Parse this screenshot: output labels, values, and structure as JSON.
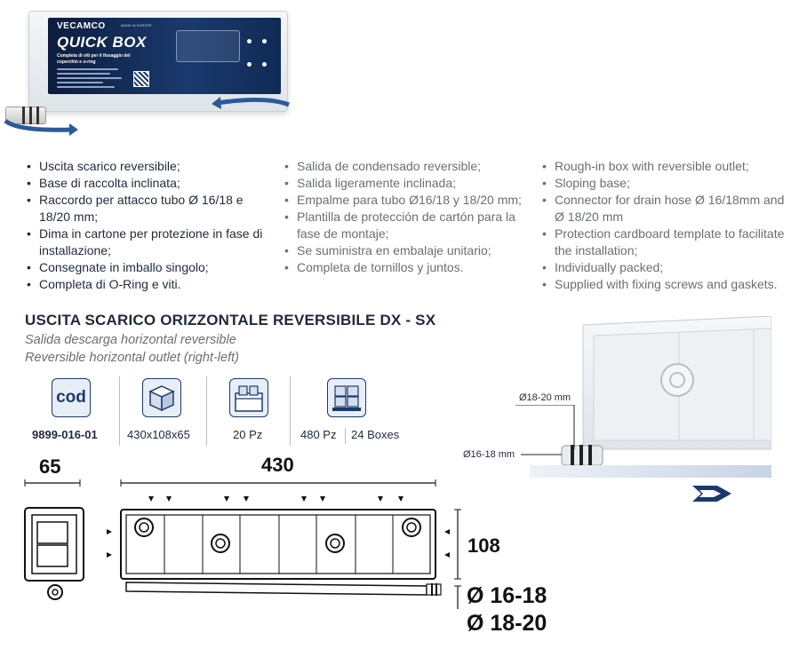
{
  "product_label": {
    "brand": "VECAMCO",
    "brand_tag": "MADE IN EUROPE",
    "title": "QUICK BOX",
    "subtitle_line1": "Completa di viti per il fissaggio del",
    "subtitle_line2": "coperchio e o-ring"
  },
  "features": {
    "italian": [
      "Uscita scarico reversibile;",
      "Base di raccolta inclinata;",
      "Raccordo per attacco tubo  Ø 16/18 e 18/20 mm;",
      "Dima in cartone per protezione in fase di installazione;",
      "Consegnate in imballo singolo;",
      "Completa di O-Ring e viti."
    ],
    "spanish": [
      "Salida de condensado reversible;",
      "Salida ligeramente inclinada;",
      "Empalme para tubo Ø16/18  y 18/20 mm;",
      "Plantilla de protección de cartón para la fase de montaje;",
      "Se suministra en embalaje unitario;",
      "Completa de tornillos y juntos."
    ],
    "english": [
      "Rough-in box with reversible outlet;",
      "Sloping base;",
      "Connector for drain hose Ø 16/18mm and Ø 18/20 mm",
      "Protection cardboard template to facilitate the installation;",
      "Individually packed;",
      "Supplied with fixing screws and gaskets."
    ]
  },
  "section": {
    "heading": "USCITA SCARICO ORIZZONTALE REVERSIBILE DX - SX",
    "subtitle_es": "Salida descarga horizontal reversible",
    "subtitle_en": "Reversible horizontal outlet (right-left)"
  },
  "specs": {
    "cod_icon_text": "cod",
    "code": "9899-016-01",
    "dimensions": "430x108x65",
    "pieces_per_box": "20 Pz",
    "pieces_per_pallet": "480 Pz",
    "boxes_per_pallet": "24 Boxes"
  },
  "photo_callouts": {
    "upper": "Ø18-20 mm",
    "lower": "Ø16-18 mm"
  },
  "drawing": {
    "depth": "65",
    "width": "430",
    "height": "108",
    "dia_small": "Ø 16-18",
    "dia_large": "Ø 18-20"
  },
  "colors": {
    "navy": "#1a3a6e",
    "text": "#1e2a3a",
    "grey_text": "#6b6e72",
    "arrow_blue": "#2a5a9a"
  }
}
